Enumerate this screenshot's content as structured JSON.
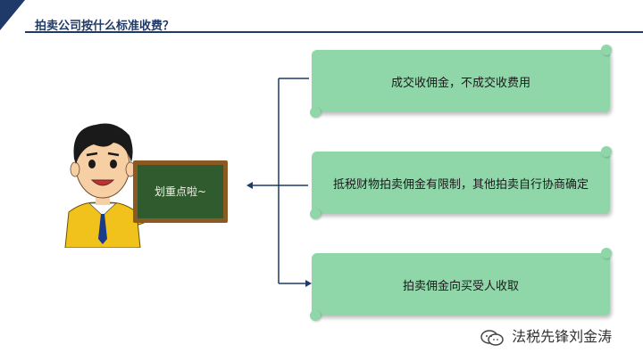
{
  "header": {
    "title": "拍卖公司按什么标准收费？"
  },
  "scrolls": [
    {
      "text": "成交收佣金，不成交收费用"
    },
    {
      "text": "抵税财物拍卖佣金有限制，其他拍卖自行协商确定"
    },
    {
      "text": "拍卖佣金向买受人收取"
    }
  ],
  "blackboard": {
    "text": "划重点啦~"
  },
  "watermark": {
    "text": "法税先锋刘金涛"
  },
  "colors": {
    "accent": "#1f3a68",
    "scroll": "#8fd6a8",
    "board": "#2f5b2f",
    "board_frame": "#8a5a22"
  }
}
